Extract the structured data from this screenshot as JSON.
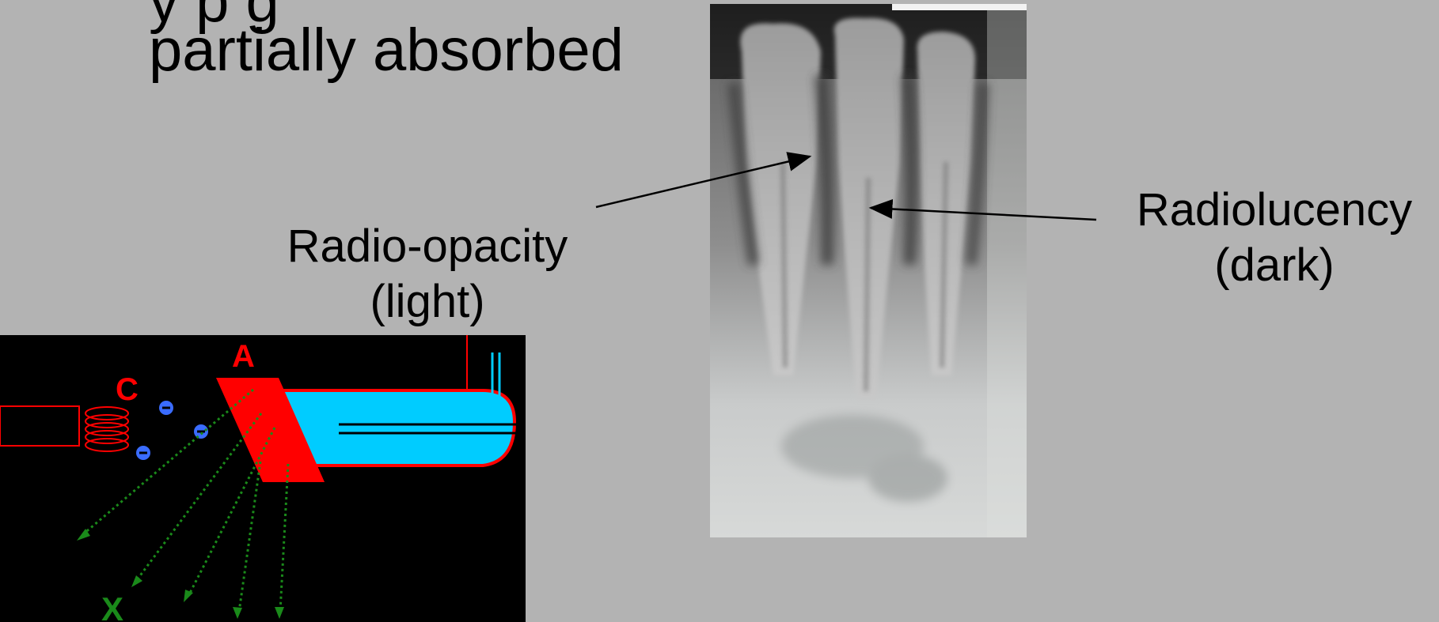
{
  "slide": {
    "title_line1": "y p          g",
    "title_line2": "partially absorbed"
  },
  "labels": {
    "radiopacity_line1": "Radio-opacity",
    "radiopacity_line2": "(light)",
    "radiolucency_line1": "Radiolucency",
    "radiolucency_line2": "(dark)"
  },
  "diagram": {
    "cathode_label": "C",
    "anode_label": "A",
    "xray_label": "X",
    "electron_symbol": "−",
    "colors": {
      "background": "#000000",
      "tube": "#00ccff",
      "anode": "#ff0000",
      "electrons": "#3a6cff",
      "xrays": "#1a8a1a"
    }
  },
  "colors": {
    "slide_background": "#b3b3b3"
  }
}
